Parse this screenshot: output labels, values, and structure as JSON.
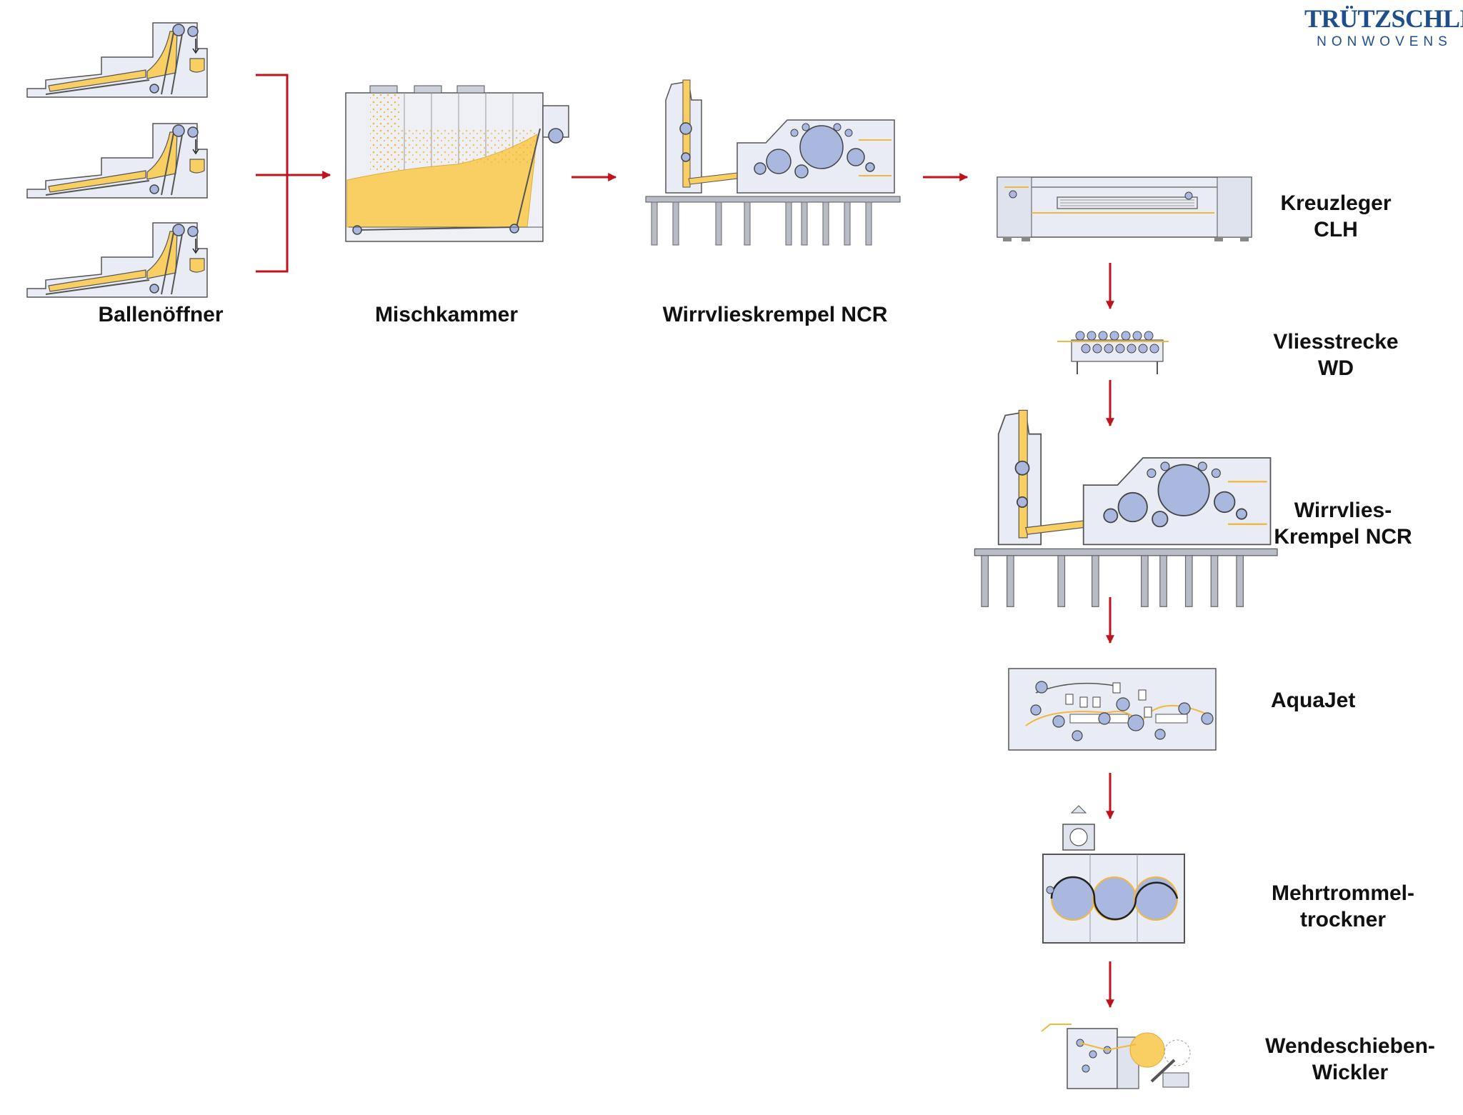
{
  "logo": {
    "brand": "TRÜTZSCHLER",
    "division": "NONWOVENS"
  },
  "colors": {
    "arrow": "#c0121b",
    "fiber": "#f9cf63",
    "roller": "#aab8e0",
    "machine_fill": "#e9ecf4",
    "machine_line": "#555555"
  },
  "machines": {
    "bale_opener": "Ballenöffner",
    "mixing_chamber": "Mischkammer",
    "card_top": "Wirrvlieskrempel NCR",
    "crosslapper_l1": "Kreuzleger",
    "crosslapper_l2": "CLH",
    "drafter_l1": "Vliesstrecke",
    "drafter_l2": "WD",
    "card_right_l1": "Wirrvlies-",
    "card_right_l2": "Krempel NCR",
    "aquajet": "AquaJet",
    "dryer_l1": "Mehrtrommel-",
    "dryer_l2": "trockner",
    "winder_l1": "Wendeschieben-",
    "winder_l2": "Wickler"
  }
}
